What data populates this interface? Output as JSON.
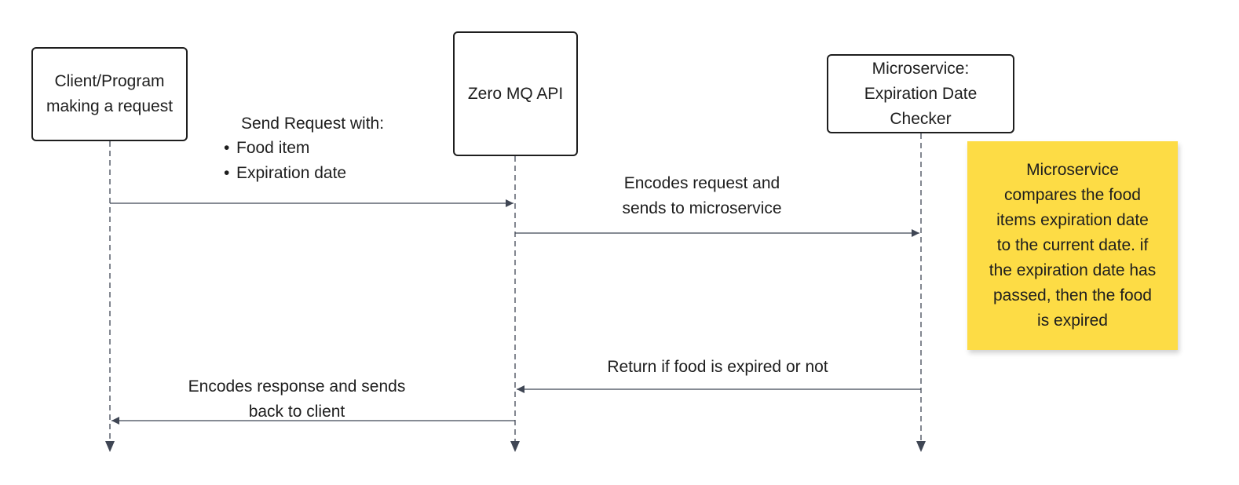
{
  "colors": {
    "line": "#3f4654",
    "box_border": "#1e1e1e",
    "note_fill": "#fddc45",
    "text": "#1e1e1e"
  },
  "actors": [
    {
      "id": "client",
      "lines": [
        "Client/Program",
        "making a request"
      ]
    },
    {
      "id": "zmq",
      "lines": [
        "Zero MQ API"
      ]
    },
    {
      "id": "microservice",
      "lines": [
        "Microservice:",
        "Expiration Date",
        "Checker"
      ]
    }
  ],
  "messages": [
    {
      "from": "client",
      "to": "zmq",
      "label": [
        "Send Request with:"
      ],
      "bullets": [
        "Food item",
        "Expiration date"
      ]
    },
    {
      "from": "zmq",
      "to": "microservice",
      "label": [
        "Encodes request and",
        "sends to microservice"
      ]
    },
    {
      "from": "microservice",
      "to": "zmq",
      "label": [
        "Return if food is expired or not"
      ]
    },
    {
      "from": "zmq",
      "to": "client",
      "label": [
        "Encodes response and sends",
        "back to client"
      ]
    }
  ],
  "note": {
    "lines": [
      "Microservice",
      "compares the food",
      "items expiration date",
      "to the current date. if",
      "the expiration date has",
      "passed, then the food",
      "is expired"
    ]
  }
}
